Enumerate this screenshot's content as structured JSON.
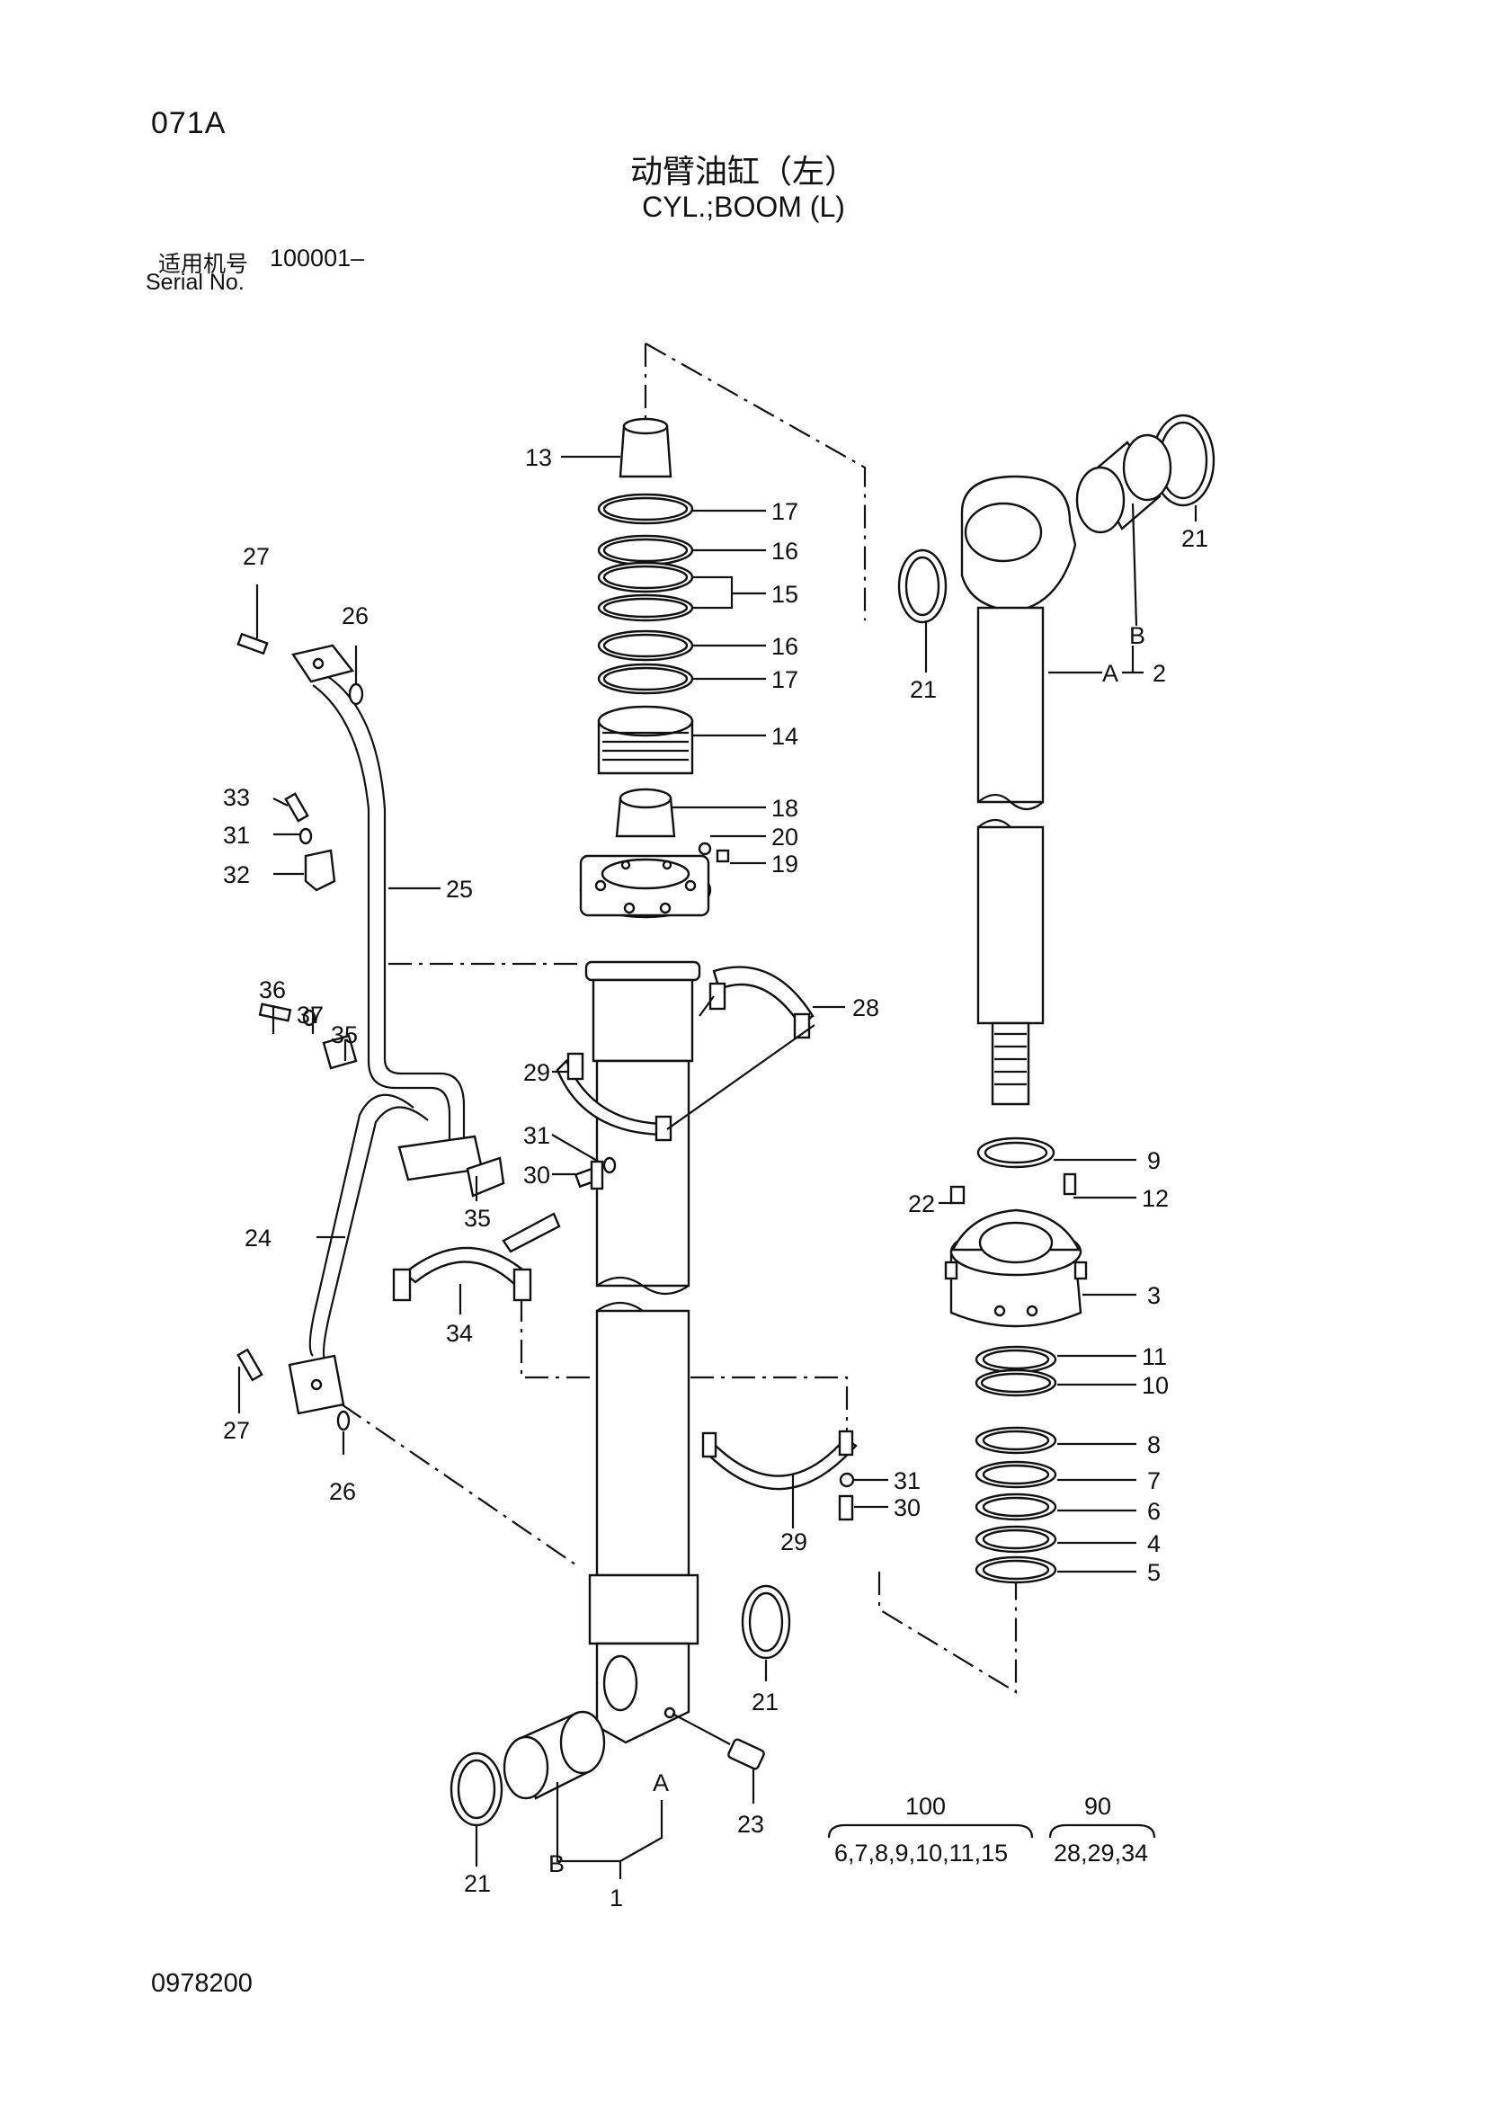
{
  "header": {
    "page_code": "071A",
    "title_cn": "动臂油缸（左）",
    "title_en": "CYL.;BOOM (L)",
    "serial_label_cn": "适用机号",
    "serial_range": "100001–",
    "serial_label_en": "Serial No."
  },
  "callouts": [
    {
      "id": "c13",
      "text": "13"
    },
    {
      "id": "c17a",
      "text": "17"
    },
    {
      "id": "c16a",
      "text": "16"
    },
    {
      "id": "c15",
      "text": "15"
    },
    {
      "id": "c16b",
      "text": "16"
    },
    {
      "id": "c17b",
      "text": "17"
    },
    {
      "id": "c14",
      "text": "14"
    },
    {
      "id": "c18",
      "text": "18"
    },
    {
      "id": "c20",
      "text": "20"
    },
    {
      "id": "c19",
      "text": "19"
    },
    {
      "id": "c25",
      "text": "25"
    },
    {
      "id": "c27a",
      "text": "27"
    },
    {
      "id": "c26a",
      "text": "26"
    },
    {
      "id": "c33",
      "text": "33"
    },
    {
      "id": "c31a",
      "text": "31"
    },
    {
      "id": "c32",
      "text": "32"
    },
    {
      "id": "c36",
      "text": "36"
    },
    {
      "id": "c37",
      "text": "37"
    },
    {
      "id": "c35a",
      "text": "35"
    },
    {
      "id": "c28",
      "text": "28"
    },
    {
      "id": "c29a",
      "text": "29"
    },
    {
      "id": "c31b",
      "text": "31"
    },
    {
      "id": "c30a",
      "text": "30"
    },
    {
      "id": "c35b",
      "text": "35"
    },
    {
      "id": "c24",
      "text": "24"
    },
    {
      "id": "c34",
      "text": "34"
    },
    {
      "id": "c27b",
      "text": "27"
    },
    {
      "id": "c26b",
      "text": "26"
    },
    {
      "id": "c29b",
      "text": "29"
    },
    {
      "id": "c31c",
      "text": "31"
    },
    {
      "id": "c30b",
      "text": "30"
    },
    {
      "id": "c21a",
      "text": "21"
    },
    {
      "id": "c21b",
      "text": "21"
    },
    {
      "id": "c21c",
      "text": "21"
    },
    {
      "id": "c21d",
      "text": "21"
    },
    {
      "id": "c23",
      "text": "23"
    },
    {
      "id": "c1",
      "text": "1"
    },
    {
      "id": "cA1",
      "text": "A"
    },
    {
      "id": "cB1",
      "text": "B"
    },
    {
      "id": "cB2",
      "text": "B"
    },
    {
      "id": "cA2",
      "text": "A"
    },
    {
      "id": "c2",
      "text": "2"
    },
    {
      "id": "c9",
      "text": "9"
    },
    {
      "id": "c22",
      "text": "22"
    },
    {
      "id": "c12",
      "text": "12"
    },
    {
      "id": "c3",
      "text": "3"
    },
    {
      "id": "c11",
      "text": "11"
    },
    {
      "id": "c10",
      "text": "10"
    },
    {
      "id": "c8",
      "text": "8"
    },
    {
      "id": "c7",
      "text": "7"
    },
    {
      "id": "c6",
      "text": "6"
    },
    {
      "id": "c4",
      "text": "4"
    },
    {
      "id": "c5",
      "text": "5"
    }
  ],
  "kits": [
    {
      "number": "100",
      "parts": "6,7,8,9,10,11,15"
    },
    {
      "number": "90",
      "parts": "28,29,34"
    }
  ],
  "footer": {
    "doc_number": "0978200"
  }
}
